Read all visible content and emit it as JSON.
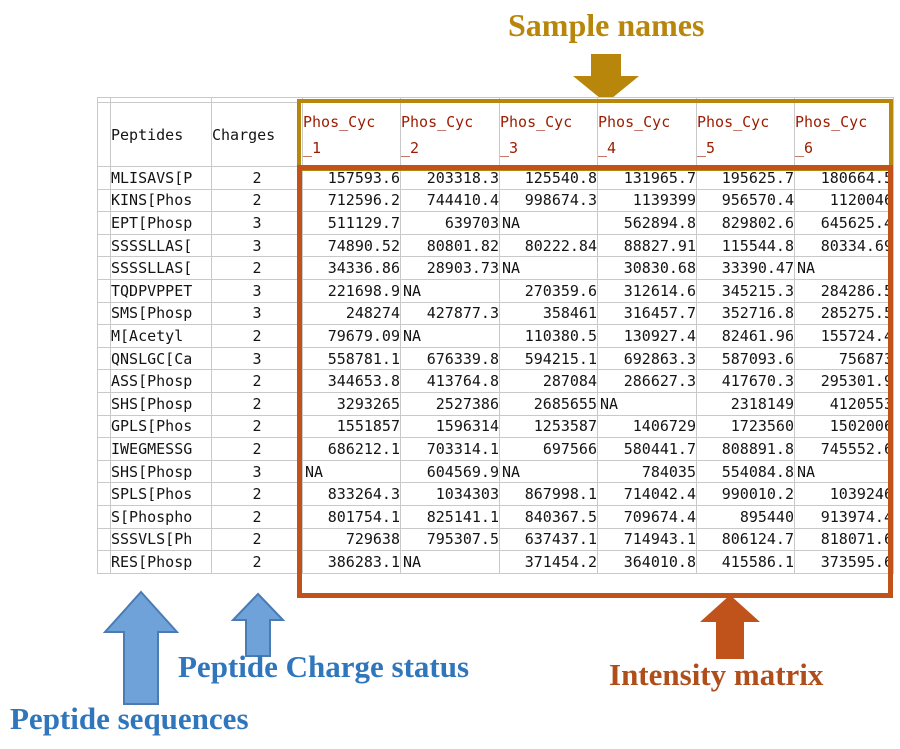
{
  "colors": {
    "header_fill_blue": "#9dc3e6",
    "sample_header_fill": "#ffff00",
    "sample_header_text": "#9b1c00",
    "gold_accent": "#b8860b",
    "orange_border": "#c0521b",
    "orange_text": "#b04e1b",
    "blue_annotation_text": "#2f76bc",
    "blue_arrow_fill": "#6fa2d8",
    "blue_arrow_stroke": "#4a7cb3",
    "grid_line": "#c9c9c9"
  },
  "annotations": {
    "sample_names": {
      "label": "Sample names"
    },
    "peptide_sequences": {
      "label": "Peptide sequences"
    },
    "peptide_charge_status": {
      "label": "Peptide Charge status"
    },
    "intensity_matrix": {
      "label": "Intensity matrix"
    }
  },
  "table": {
    "peptides_header": "Peptides",
    "charges_header": "Charges",
    "sample_headers": [
      {
        "name": "Phos_Cyc_1",
        "line1": "Phos_Cyc",
        "line2": "_1"
      },
      {
        "name": "Phos_Cyc_2",
        "line1": "Phos_Cyc",
        "line2": "_2"
      },
      {
        "name": "Phos_Cyc_3",
        "line1": "Phos_Cyc",
        "line2": "_3"
      },
      {
        "name": "Phos_Cyc_4",
        "line1": "Phos_Cyc",
        "line2": "_4"
      },
      {
        "name": "Phos_Cyc_5",
        "line1": "Phos_Cyc",
        "line2": "_5"
      },
      {
        "name": "Phos_Cyc_6",
        "line1": "Phos_Cyc",
        "line2": "_6"
      }
    ],
    "rows": [
      {
        "peptide": "MLISAVS[P",
        "charge": "2",
        "values": [
          "157593.6",
          "203318.3",
          "125540.8",
          "131965.7",
          "195625.7",
          "180664.5"
        ]
      },
      {
        "peptide": "KINS[Phos",
        "charge": "2",
        "values": [
          "712596.2",
          "744410.4",
          "998674.3",
          "1139399",
          "956570.4",
          "1120046"
        ]
      },
      {
        "peptide": "EPT[Phosp",
        "charge": "3",
        "values": [
          "511129.7",
          "639703",
          "NA",
          "562894.8",
          "829802.6",
          "645625.4"
        ]
      },
      {
        "peptide": "SSSSLLAS[",
        "charge": "3",
        "values": [
          "74890.52",
          "80801.82",
          "80222.84",
          "88827.91",
          "115544.8",
          "80334.69"
        ]
      },
      {
        "peptide": "SSSSLLAS[",
        "charge": "2",
        "values": [
          "34336.86",
          "28903.73",
          "NA",
          "30830.68",
          "33390.47",
          "NA"
        ]
      },
      {
        "peptide": "TQDPVPPET",
        "charge": "3",
        "values": [
          "221698.9",
          "NA",
          "270359.6",
          "312614.6",
          "345215.3",
          "284286.5"
        ]
      },
      {
        "peptide": "SMS[Phosp",
        "charge": "3",
        "values": [
          "248274",
          "427877.3",
          "358461",
          "316457.7",
          "352716.8",
          "285275.5"
        ]
      },
      {
        "peptide": "M[Acetyl",
        "charge": "2",
        "values": [
          "79679.09",
          "NA",
          "110380.5",
          "130927.4",
          "82461.96",
          "155724.4"
        ]
      },
      {
        "peptide": "QNSLGC[Ca",
        "charge": "3",
        "values": [
          "558781.1",
          "676339.8",
          "594215.1",
          "692863.3",
          "587093.6",
          "756873"
        ]
      },
      {
        "peptide": "ASS[Phosp",
        "charge": "2",
        "values": [
          "344653.8",
          "413764.8",
          "287084",
          "286627.3",
          "417670.3",
          "295301.9"
        ]
      },
      {
        "peptide": "SHS[Phosp",
        "charge": "2",
        "values": [
          "3293265",
          "2527386",
          "2685655",
          "NA",
          "2318149",
          "4120553"
        ]
      },
      {
        "peptide": "GPLS[Phos",
        "charge": "2",
        "values": [
          "1551857",
          "1596314",
          "1253587",
          "1406729",
          "1723560",
          "1502006"
        ]
      },
      {
        "peptide": "IWEGMESSG",
        "charge": "2",
        "values": [
          "686212.1",
          "703314.1",
          "697566",
          "580441.7",
          "808891.8",
          "745552.6"
        ]
      },
      {
        "peptide": "SHS[Phosp",
        "charge": "3",
        "values": [
          "NA",
          "604569.9",
          "NA",
          "784035",
          "554084.8",
          "NA"
        ]
      },
      {
        "peptide": "SPLS[Phos",
        "charge": "2",
        "values": [
          "833264.3",
          "1034303",
          "867998.1",
          "714042.4",
          "990010.2",
          "1039246"
        ]
      },
      {
        "peptide": "S[Phospho",
        "charge": "2",
        "values": [
          "801754.1",
          "825141.1",
          "840367.5",
          "709674.4",
          "895440",
          "913974.4"
        ]
      },
      {
        "peptide": "SSSVLS[Ph",
        "charge": "2",
        "values": [
          "729638",
          "795307.5",
          "637437.1",
          "714943.1",
          "806124.7",
          "818071.6"
        ]
      },
      {
        "peptide": "RES[Phosp",
        "charge": "2",
        "values": [
          "386283.1",
          "NA",
          "371454.2",
          "364010.8",
          "415586.1",
          "373595.6"
        ]
      }
    ]
  }
}
